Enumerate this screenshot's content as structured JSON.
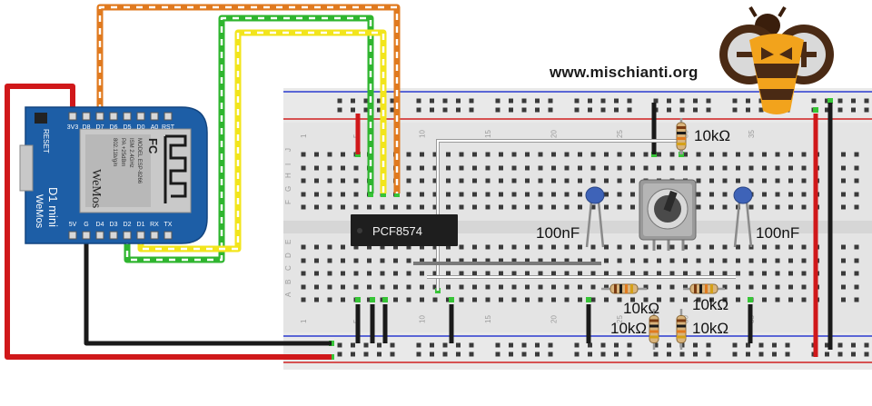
{
  "site_url": "www.mischianti.org",
  "chip_label": "PCF8574",
  "board": {
    "top_pins": [
      "3V3",
      "D8",
      "D7",
      "D6",
      "D5",
      "D0",
      "A0",
      "RST"
    ],
    "bottom_pins": [
      "5V",
      "G",
      "D4",
      "D3",
      "D2",
      "D1",
      "RX",
      "TX"
    ],
    "reset_label": "RESET",
    "model_text": "D1 mini",
    "brand_text": "WeMos",
    "module_lines": [
      "MODEL ESP-8266",
      "ISM 2.4GHz",
      "PA +25dBm",
      "802.11b/g/n"
    ],
    "module_brand": "WeMos",
    "fcc_text": "FC"
  },
  "components": {
    "cap_left": "100nF",
    "cap_right": "100nF",
    "res_top": "10kΩ",
    "res_mid_left": "10kΩ",
    "res_mid_right": "10kΩ",
    "res_bot_left": "10kΩ",
    "res_bot_right": "10kΩ"
  },
  "breadboard": {
    "col_numbers": [
      "1",
      "5",
      "10",
      "15",
      "20",
      "25",
      "30",
      "35"
    ],
    "row_letters_top": [
      "J",
      "I",
      "H",
      "G",
      "F"
    ],
    "row_letters_bottom": [
      "E",
      "D",
      "C",
      "B",
      "A"
    ]
  },
  "colors": {
    "wire_red": "#d0181a",
    "wire_black": "#1a1a1a",
    "wire_green": "#2fb52f",
    "wire_yellow": "#f2e51c",
    "wire_orange": "#e07a1f",
    "board_blue": "#1d5ea6",
    "breadboard": "#e6e6e6"
  }
}
